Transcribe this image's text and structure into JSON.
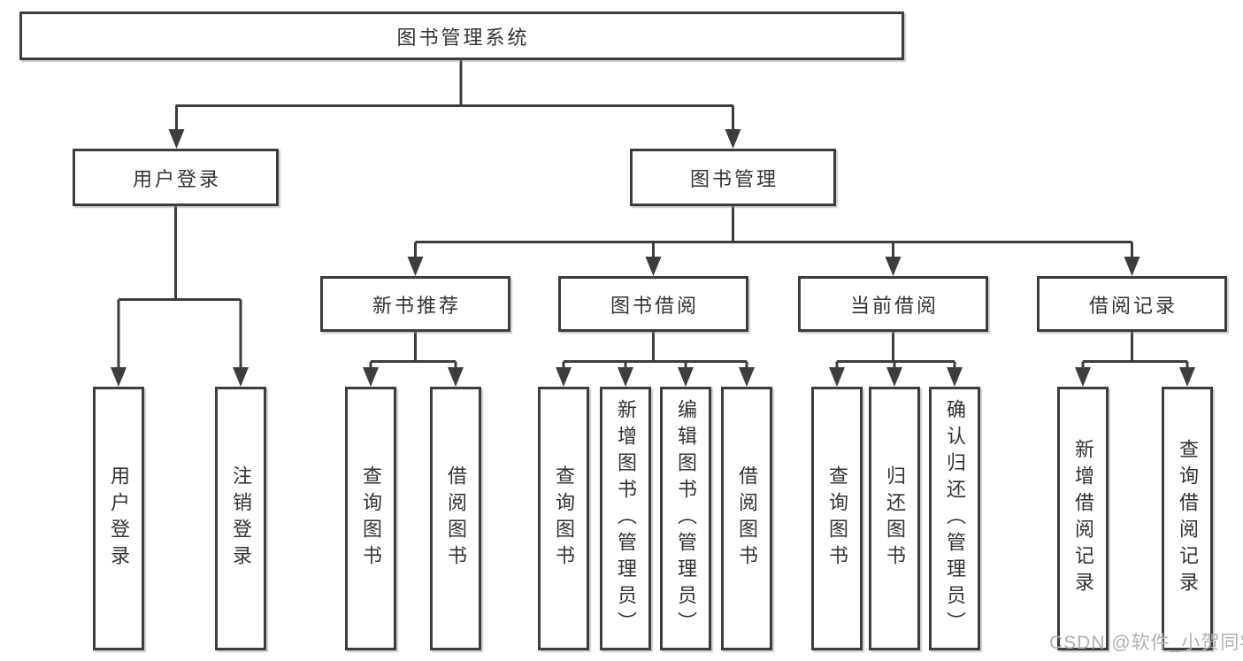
{
  "colors": {
    "line": "#3d3d3d",
    "box_border": "#3d3d3d",
    "text": "#333333",
    "watermark": "#b0b0b0",
    "background": "#ffffff"
  },
  "root": {
    "label": "图书管理系统"
  },
  "level2": [
    {
      "label": "用户登录"
    },
    {
      "label": "图书管理"
    }
  ],
  "level3": [
    {
      "label": "新书推荐"
    },
    {
      "label": "图书借阅"
    },
    {
      "label": "当前借阅"
    },
    {
      "label": "借阅记录"
    }
  ],
  "leaves": {
    "user_login": [
      {
        "label": "用户登录"
      },
      {
        "label": "注销登录"
      }
    ],
    "new_book_recommend": [
      {
        "label": "查询图书"
      },
      {
        "label": "借阅图书"
      }
    ],
    "book_borrow": [
      {
        "label": "查询图书"
      },
      {
        "label": "新增图书（管理员）"
      },
      {
        "label": "编辑图书（管理员）"
      },
      {
        "label": "借阅图书"
      }
    ],
    "current_borrow": [
      {
        "label": "查询图书"
      },
      {
        "label": "归还图书"
      },
      {
        "label": "确认归还（管理员）"
      }
    ],
    "borrow_records": [
      {
        "label": "新增借阅记录"
      },
      {
        "label": "查询借阅记录"
      }
    ]
  },
  "watermark": {
    "text": "CSDN @软件_小贺同学"
  }
}
